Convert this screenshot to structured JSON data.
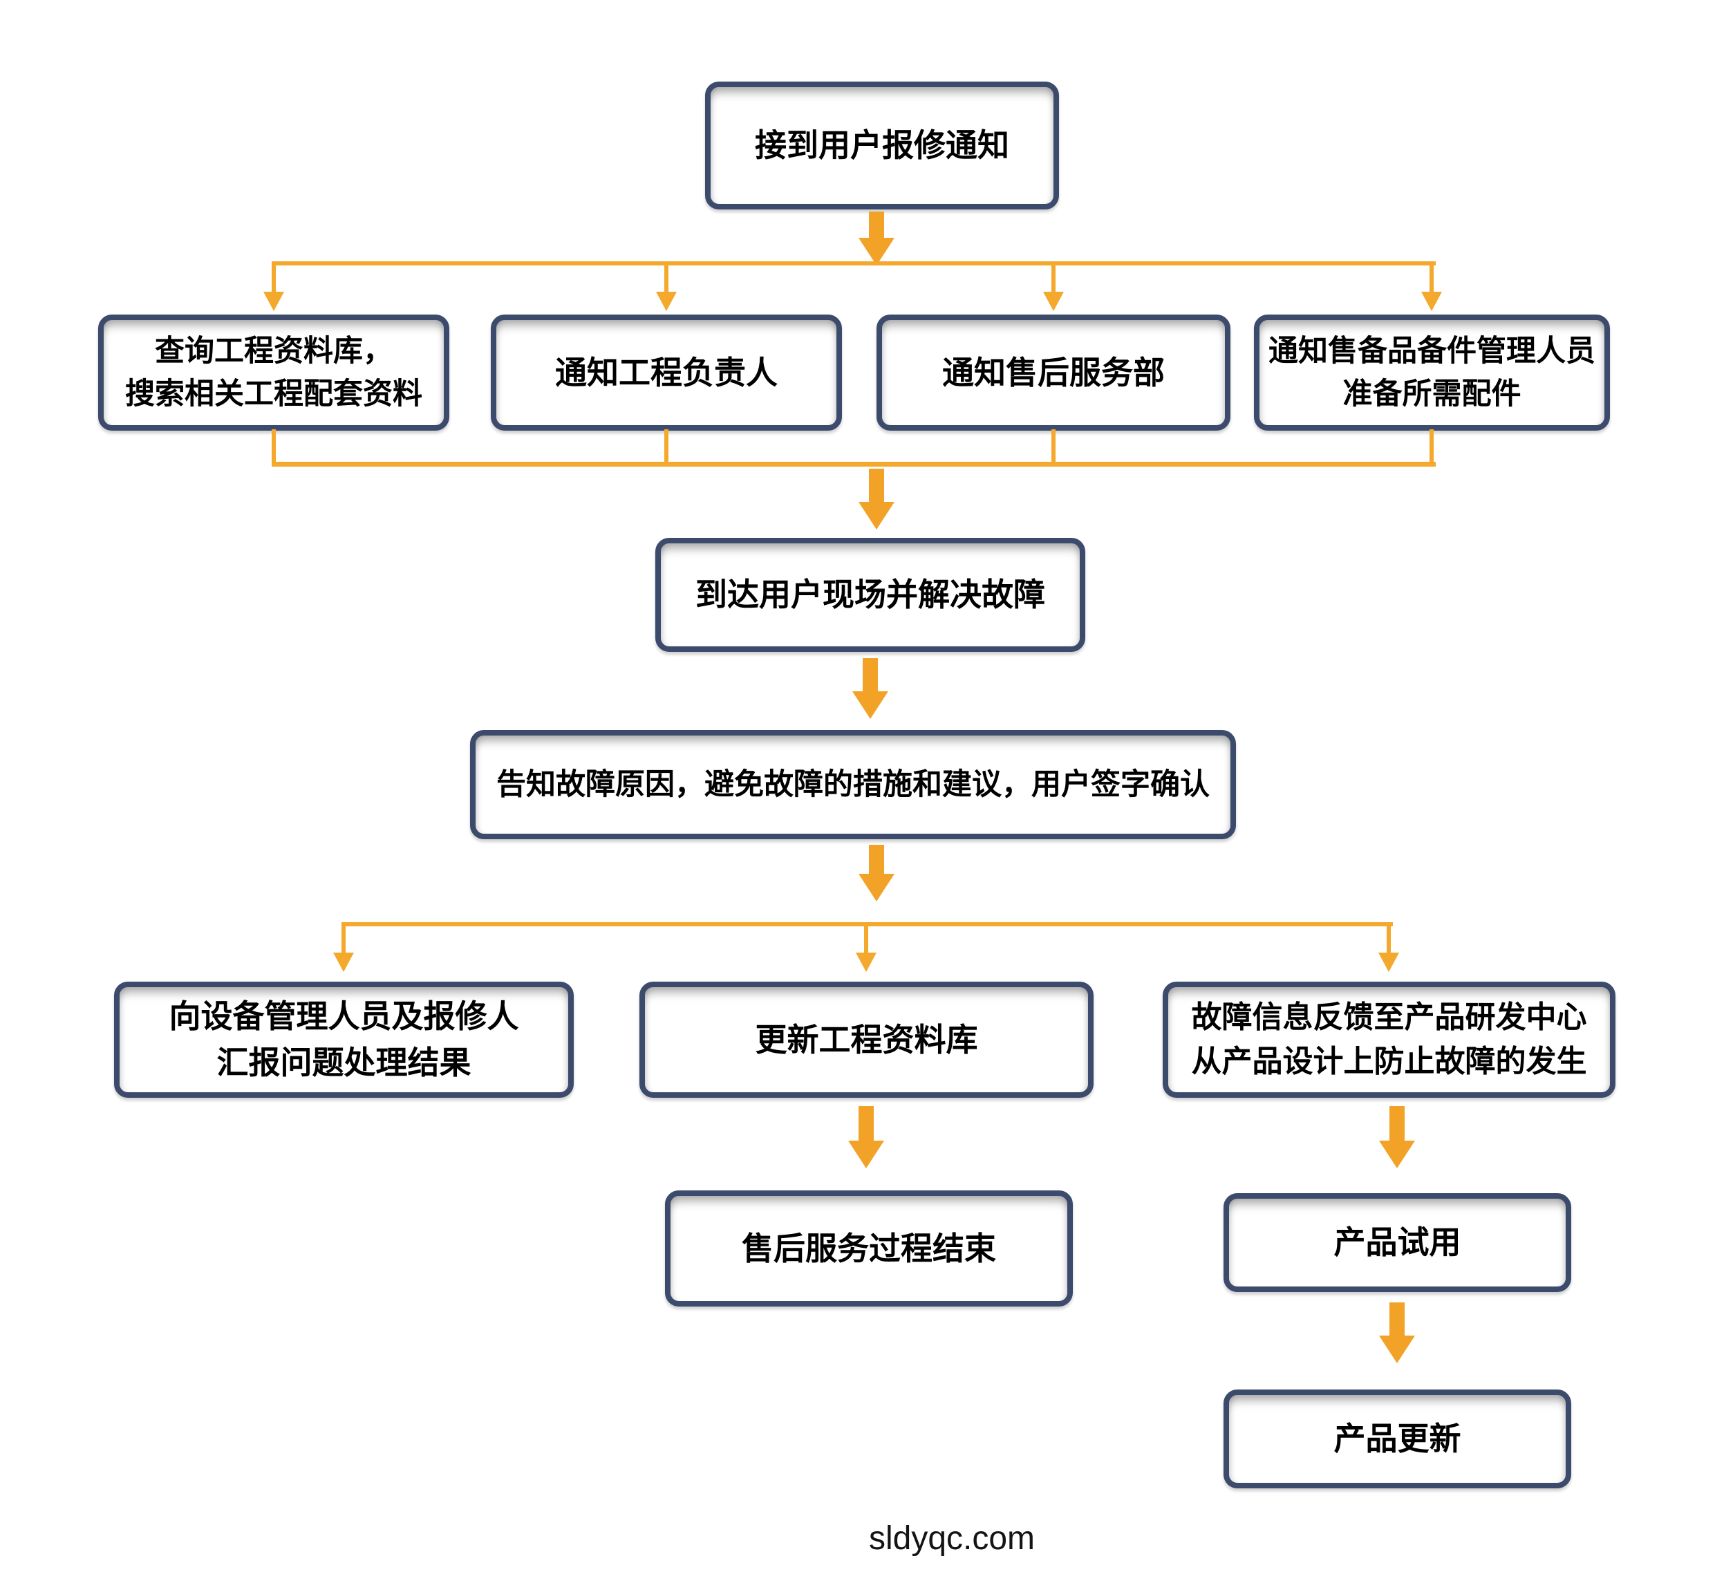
{
  "page": {
    "background": "#FFFFFF",
    "footer": "sldyqc.com"
  },
  "colors": {
    "box_border": "#3C4A6B",
    "box_fill": "#FFFFFF",
    "connector_orange": "#F2A227",
    "thin_line_orange": "#F4A82C",
    "text": "#000000"
  },
  "nodes": {
    "start": {
      "label": "接到用户报修通知"
    },
    "query_db": {
      "label": "查询工程资料库，\n搜索相关工程配套资料"
    },
    "notify_engineer": {
      "label": "通知工程负责人"
    },
    "notify_service": {
      "label": "通知售后服务部"
    },
    "notify_parts": {
      "label": "通知售备品备件管理人员\n准备所需配件"
    },
    "arrive_site": {
      "label": "到达用户现场并解决故障"
    },
    "inform_user": {
      "label": "告知故障原因，避免故障的措施和建议，用户签字确认"
    },
    "report_result": {
      "label": "向设备管理人员及报修人\n汇报问题处理结果"
    },
    "update_db": {
      "label": "更新工程资料库"
    },
    "feedback_rd": {
      "label": "故障信息反馈至产品研发中心\n从产品设计上防止故障的发生"
    },
    "service_end": {
      "label": "售后服务过程结束"
    },
    "product_trial": {
      "label": "产品试用"
    },
    "product_update": {
      "label": "产品更新"
    }
  },
  "edges": [
    {
      "from": "start",
      "to": "query_db"
    },
    {
      "from": "start",
      "to": "notify_engineer"
    },
    {
      "from": "start",
      "to": "notify_service"
    },
    {
      "from": "start",
      "to": "notify_parts"
    },
    {
      "from": "query_db",
      "to": "arrive_site"
    },
    {
      "from": "notify_engineer",
      "to": "arrive_site"
    },
    {
      "from": "notify_service",
      "to": "arrive_site"
    },
    {
      "from": "notify_parts",
      "to": "arrive_site"
    },
    {
      "from": "arrive_site",
      "to": "inform_user"
    },
    {
      "from": "inform_user",
      "to": "report_result"
    },
    {
      "from": "inform_user",
      "to": "update_db"
    },
    {
      "from": "inform_user",
      "to": "feedback_rd"
    },
    {
      "from": "update_db",
      "to": "service_end"
    },
    {
      "from": "feedback_rd",
      "to": "product_trial"
    },
    {
      "from": "product_trial",
      "to": "product_update"
    }
  ]
}
